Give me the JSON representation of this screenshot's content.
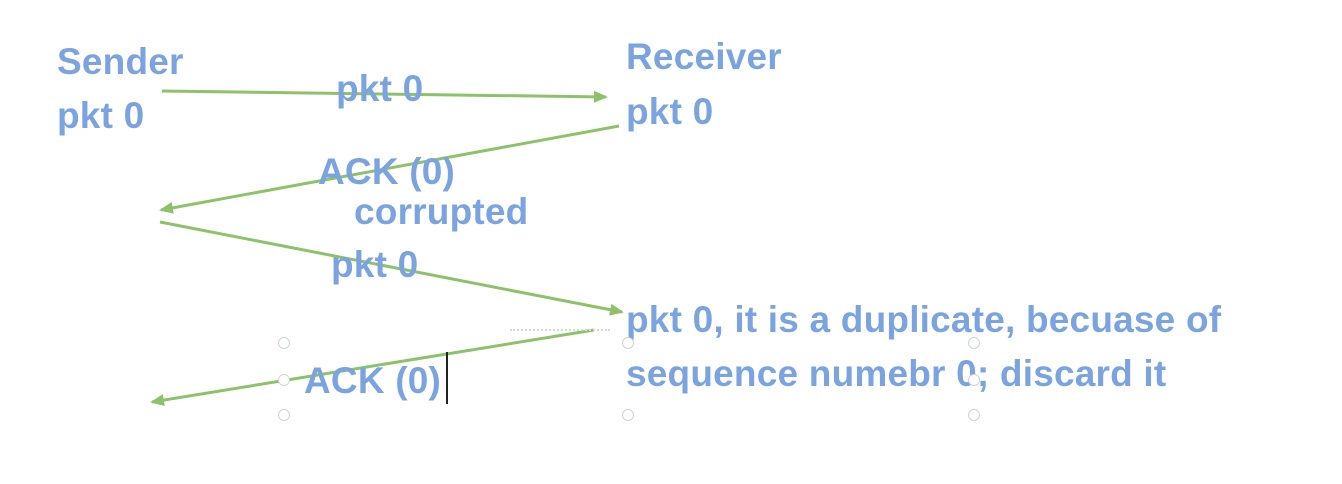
{
  "diagram": {
    "sender": {
      "title": "Sender",
      "packet": "pkt 0"
    },
    "receiver": {
      "title": "Receiver",
      "packet": "pkt 0"
    },
    "messages": [
      {
        "label": "pkt 0",
        "direction": "sender-to-receiver"
      },
      {
        "label": "ACK (0)",
        "direction": "receiver-to-sender"
      },
      {
        "label": "corrupted"
      },
      {
        "label": "pkt 0",
        "direction": "sender-to-receiver"
      },
      {
        "label": "ACK (0)",
        "direction": "receiver-to-sender"
      }
    ],
    "receiver_note": "pkt 0, it is a duplicate, becuase of sequence numebr 0; discard it"
  },
  "colors": {
    "text": "#7ba3e0",
    "arrow": "#8dc26a"
  }
}
